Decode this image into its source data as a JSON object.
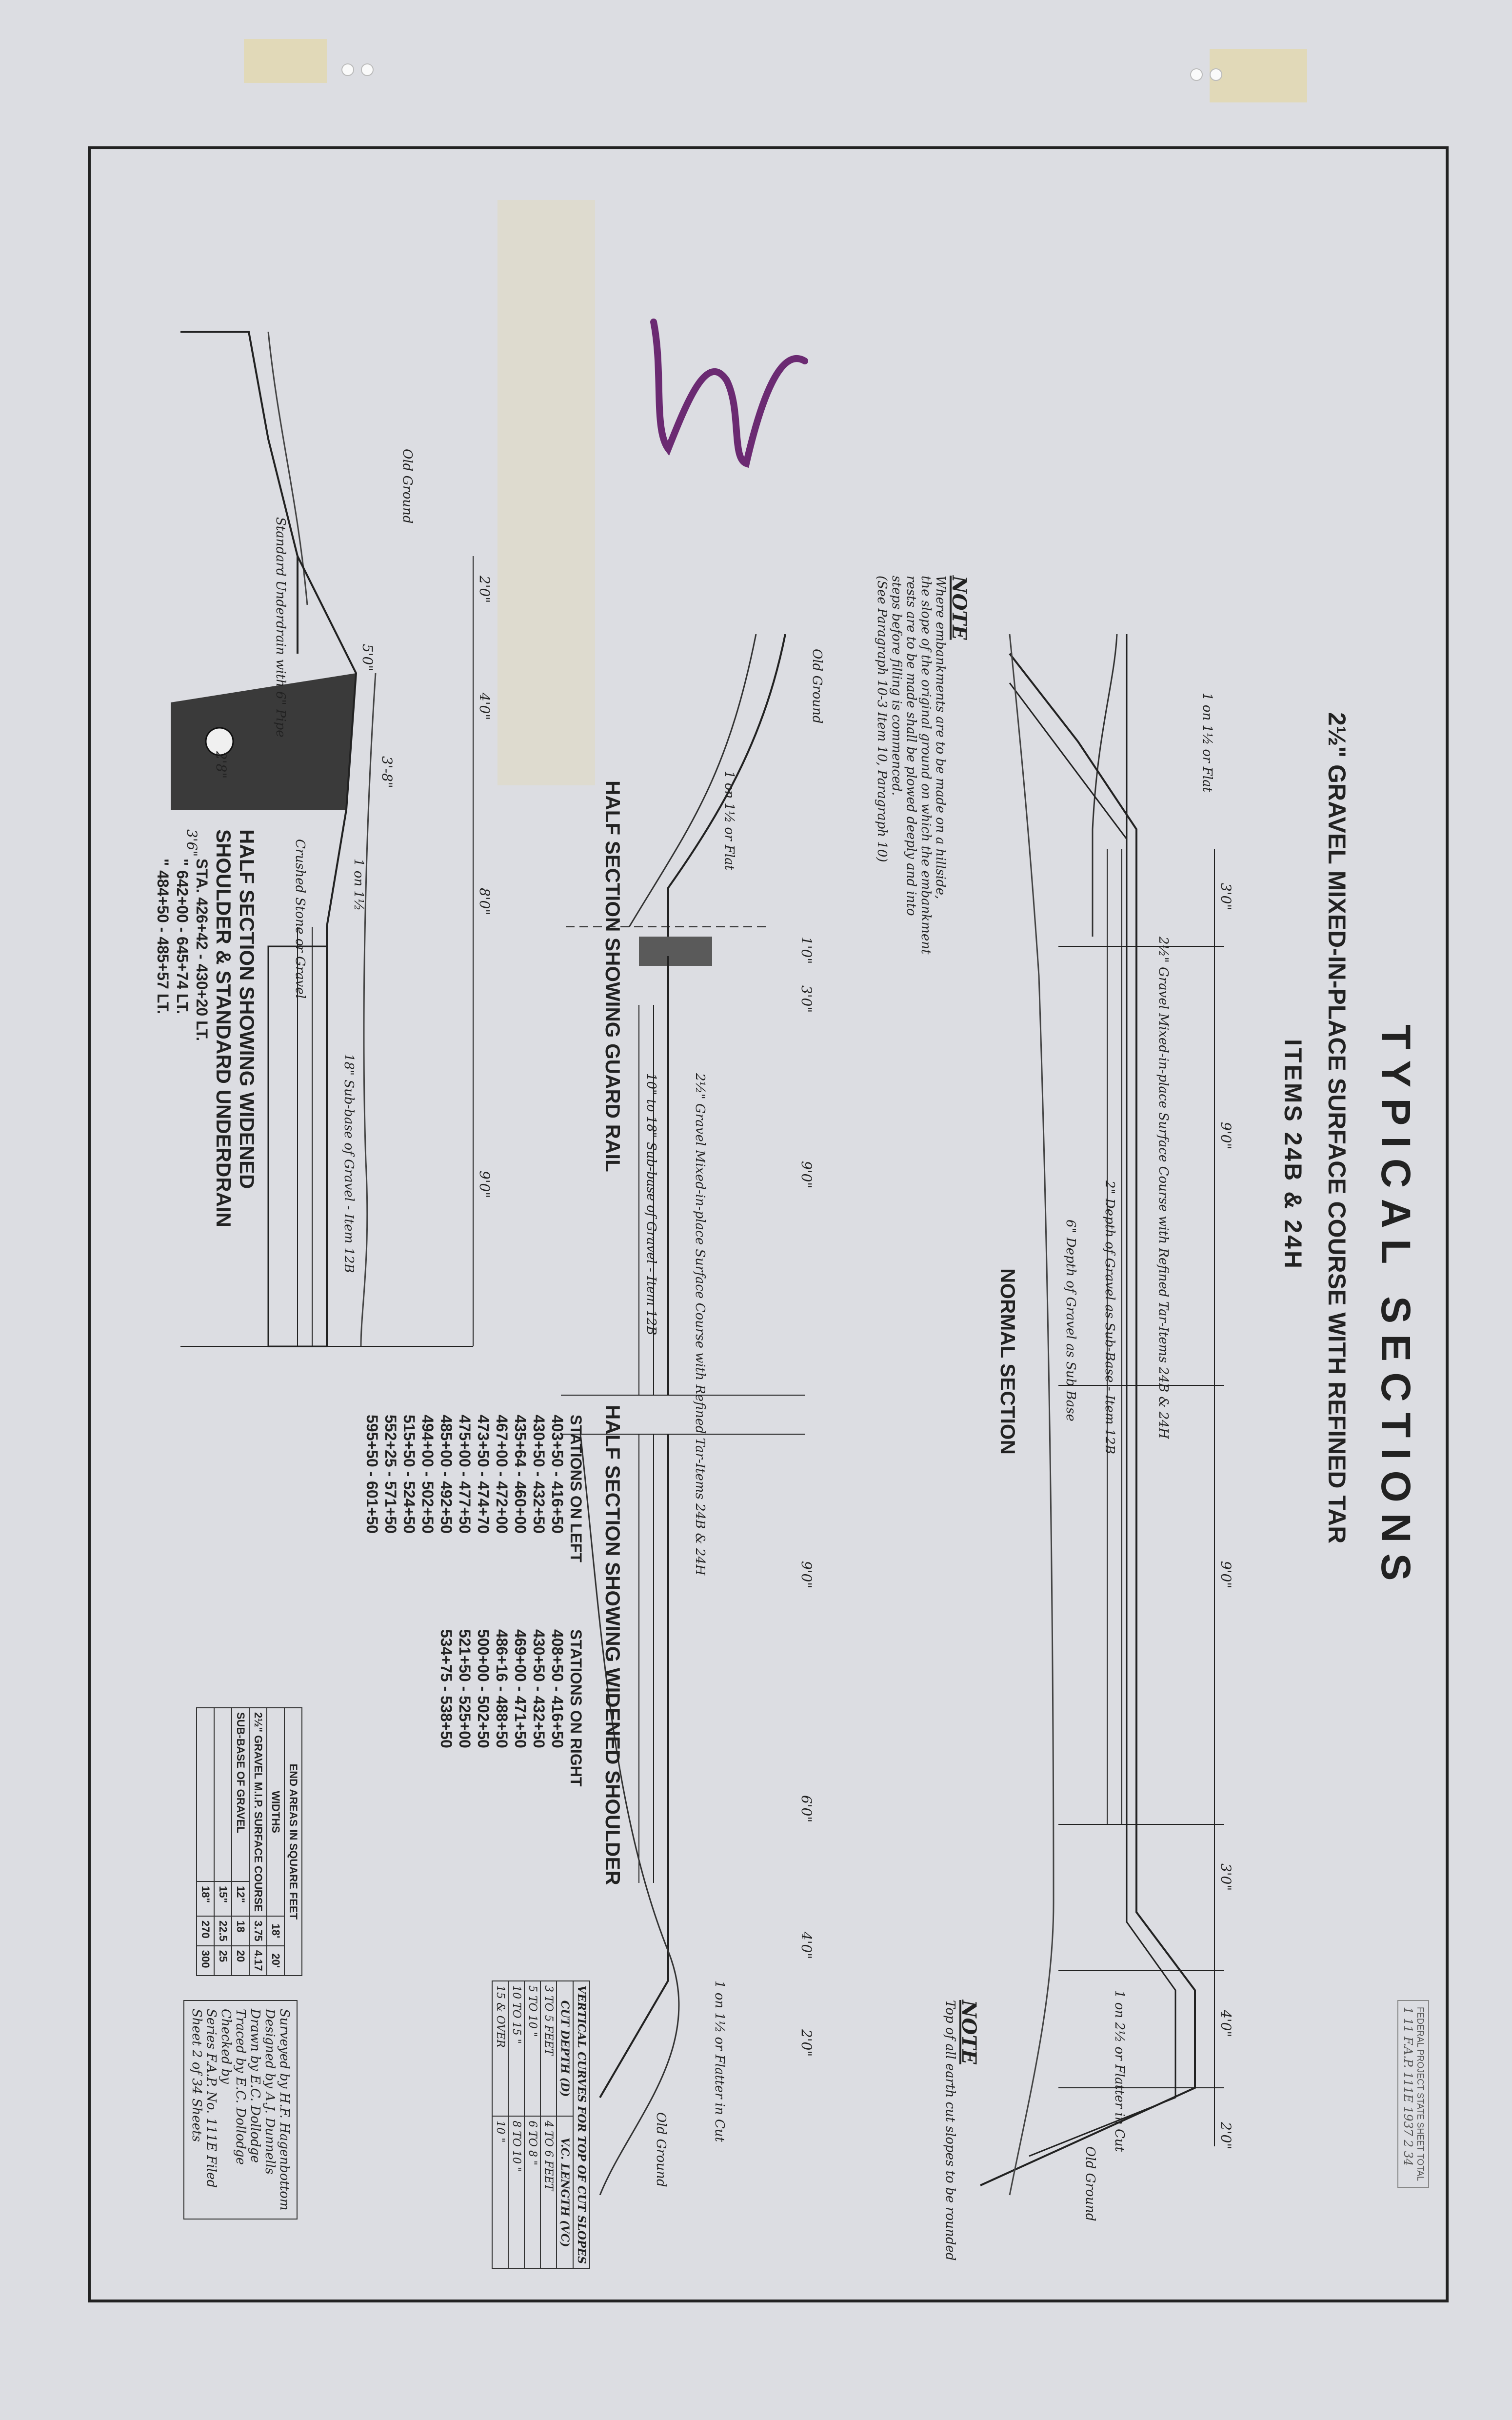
{
  "title": "TYPICAL   SECTIONS",
  "subtitle": "2½\" GRAVEL MIXED-IN-PLACE SURFACE COURSE WITH REFINED TAR",
  "items_line": "ITEMS 24B & 24H",
  "normal_section": {
    "caption": "NORMAL SECTION",
    "dims": [
      "3'0\"",
      "9'0\"",
      "9'0\"",
      "3'0\"",
      "4'0\"",
      "2'0\""
    ],
    "labels": [
      "1 on 1½ or Flat",
      "2½\" Gravel Mixed-in-place Surface Course with Refined Tar-Items 24B & 24H",
      "2\" Depth of Gravel as Sub-Base - Item 12B",
      "6\" Depth of Gravel as Sub Base",
      "1 on 2½ or Flatter in Cut",
      "Old Ground"
    ]
  },
  "note_top": {
    "heading": "NOTE",
    "lines": [
      "Where embankments are to be made on a hillside,",
      "the slope of the original ground on which the embankment",
      "rests are to be made shall be plowed deeply and into",
      "steps before filling is commenced.",
      "(See Paragraph 10-3 Item 10, Paragraph 10)"
    ]
  },
  "note_bottom": {
    "heading": "NOTE",
    "lines": [
      "Top of all earth cut slopes to be rounded"
    ]
  },
  "guard_rail": {
    "caption": "HALF SECTION SHOWING GUARD RAIL",
    "dims": [
      "1'0\"",
      "3'0\"",
      "9'0\""
    ],
    "labels": [
      "Old Ground",
      "1 on 1½ or Flat",
      "2½\" Gravel Mixed-in-place Surface Course with Refined Tar-Items 24B & 24H",
      "10\" to 18\" Sub-base of Gravel - Item 12B"
    ]
  },
  "widened_shoulder": {
    "caption": "HALF SECTION SHOWING WIDENED SHOULDER",
    "dims": [
      "9'0\"",
      "6'0\"",
      "4'0\"",
      "2'0\""
    ],
    "labels": [
      "Old Ground",
      "1 on 1½ or Flatter in Cut"
    ],
    "stations_left_header": "STATIONS ON LEFT",
    "stations_right_header": "STATIONS ON RIGHT",
    "stations_left": [
      "403+50 - 416+50",
      "430+50 - 432+50",
      "435+64 - 460+00",
      "467+00 - 472+00",
      "473+50 - 474+70",
      "475+00 - 477+50",
      "485+00 - 492+50",
      "494+00 - 502+50",
      "515+50 - 524+50",
      "552+25 - 571+50",
      "595+50 - 601+50"
    ],
    "stations_right": [
      "408+50 - 416+50",
      "430+50 - 432+50",
      "469+00 - 471+50",
      "486+16 - 488+50",
      "500+00 - 502+50",
      "521+50 - 525+00",
      "534+75 - 538+50"
    ]
  },
  "underdrain": {
    "caption_1": "HALF SECTION SHOWING WIDENED",
    "caption_2": "SHOULDER & STANDARD UNDERDRAIN",
    "stations": [
      "STA. 426+42 - 430+20 LT.",
      "\" 642+00 - 645+74 LT.",
      "\" 484+50 - 485+57 LT."
    ],
    "dims": [
      "2'0\"",
      "4'0\"",
      "8'0\"",
      "9'0\"",
      "5'0\"",
      "2'8\"",
      "3'6\"",
      "3'-8\""
    ],
    "labels": [
      "Old Ground",
      "Standard Underdrain with 6\" Pipe",
      "Crushed Stone or Gravel",
      "1 on 1½",
      "18\" Sub-base of Gravel - Item 12B"
    ]
  },
  "end_areas": {
    "heading": "END AREAS IN SQUARE FEET",
    "widths_label": "WIDTHS",
    "col_18": "18'",
    "col_20": "20'",
    "rows": [
      {
        "label": "2½\" GRAVEL M.I.P. SURFACE COURSE",
        "a": "3.75",
        "b": "4.17"
      },
      {
        "label": "SUB-BASE OF GRAVEL",
        "sub": "12\"",
        "a": "18",
        "b": "20"
      },
      {
        "label": "",
        "sub": "15\"",
        "a": "22.5",
        "b": "25"
      },
      {
        "label": "",
        "sub": "18\"",
        "a": "270",
        "b": "300"
      }
    ]
  },
  "vertical_curves": {
    "heading": "VERTICAL CURVES FOR TOP OF CUT SLOPES",
    "col1": "CUT DEPTH (D)",
    "col2": "V.C. LENGTH (VC)",
    "rows": [
      [
        "3 TO 5 FEET",
        "4 TO 6 FEET"
      ],
      [
        "5 TO 10 \"",
        "6 TO 8 \""
      ],
      [
        "10 TO 15 \"",
        "8 TO 10 \""
      ],
      [
        "15 & OVER",
        "10 \""
      ]
    ]
  },
  "title_block": [
    "Surveyed by H.F. Hagenbottom",
    "Designed by A.J. Dunnells",
    "Drawn by E.C. Dollodge",
    "Traced by E.C. Dollodge",
    "Checked by",
    "Series F.A.P. No. 111E   Filed",
    "Sheet 2 of 34 Sheets"
  ],
  "stamp": {
    "lines": [
      "FEDERAL PROJECT STATE SHEET TOTAL",
      "1 11 F.A.P. 111E 1937 2 34"
    ]
  },
  "colors": {
    "paper": "#dcdde2",
    "ink": "#222222",
    "tape": "#e2d8b0",
    "scribble": "#6b2a72",
    "hatch": "#3a3a3a"
  }
}
